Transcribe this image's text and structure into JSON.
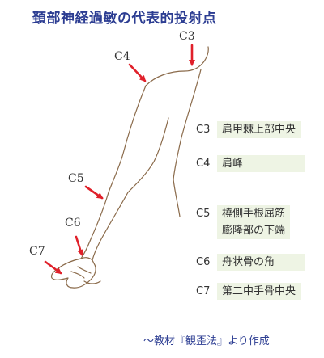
{
  "title": "頚部神経過敏の代表的投射点",
  "points": [
    {
      "code": "C3"
    },
    {
      "code": "C4"
    },
    {
      "code": "C5"
    },
    {
      "code": "C6"
    },
    {
      "code": "C7"
    }
  ],
  "legend": [
    {
      "code": "C3",
      "lines": [
        "肩甲棘上部中央"
      ]
    },
    {
      "code": "C4",
      "lines": [
        "肩峰"
      ]
    },
    {
      "code": "C5",
      "lines": [
        "橈側手根屈筋",
        "膨隆部の下端"
      ]
    },
    {
      "code": "C6",
      "lines": [
        "舟状骨の角"
      ]
    },
    {
      "code": "C7",
      "lines": [
        "第二中手骨中央"
      ]
    }
  ],
  "footer": "～教材『観歪法』より作成",
  "colors": {
    "title": "#2c3d92",
    "arrow": "#e0202a",
    "outline": "#8a6a4a",
    "legend_bg": "#eef4e4"
  }
}
